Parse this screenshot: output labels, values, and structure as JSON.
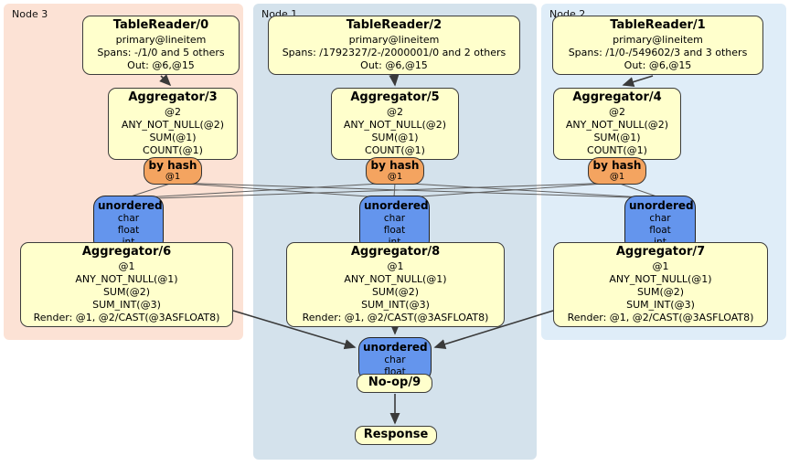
{
  "diagram": {
    "node_groups": [
      {
        "label": "Node 3"
      },
      {
        "label": "Node 1"
      },
      {
        "label": "Node 2"
      }
    ],
    "boxes": {
      "tr0": {
        "title": "TableReader/0",
        "lines": [
          "primary@lineitem",
          "Spans: -/1/0 and 5 others",
          "Out: @6,@15"
        ]
      },
      "tr2": {
        "title": "TableReader/2",
        "lines": [
          "primary@lineitem",
          "Spans: /1792327/2-/2000001/0 and 2 others",
          "Out: @6,@15"
        ]
      },
      "tr1": {
        "title": "TableReader/1",
        "lines": [
          "primary@lineitem",
          "Spans: /1/0-/549602/3 and 3 others",
          "Out: @6,@15"
        ]
      },
      "agg3": {
        "title": "Aggregator/3",
        "lines": [
          "@2",
          "ANY_NOT_NULL(@2)",
          "SUM(@1)",
          "COUNT(@1)"
        ]
      },
      "agg5": {
        "title": "Aggregator/5",
        "lines": [
          "@2",
          "ANY_NOT_NULL(@2)",
          "SUM(@1)",
          "COUNT(@1)"
        ]
      },
      "agg4": {
        "title": "Aggregator/4",
        "lines": [
          "@2",
          "ANY_NOT_NULL(@2)",
          "SUM(@1)",
          "COUNT(@1)"
        ]
      },
      "agg6": {
        "title": "Aggregator/6",
        "lines": [
          "@1",
          "ANY_NOT_NULL(@1)",
          "SUM(@2)",
          "SUM_INT(@3)",
          "Render: @1, @2/CAST(@3ASFLOAT8)"
        ]
      },
      "agg8": {
        "title": "Aggregator/8",
        "lines": [
          "@1",
          "ANY_NOT_NULL(@1)",
          "SUM(@2)",
          "SUM_INT(@3)",
          "Render: @1, @2/CAST(@3ASFLOAT8)"
        ]
      },
      "agg7": {
        "title": "Aggregator/7",
        "lines": [
          "@1",
          "ANY_NOT_NULL(@1)",
          "SUM(@2)",
          "SUM_INT(@3)",
          "Render: @1, @2/CAST(@3ASFLOAT8)"
        ]
      },
      "noop": {
        "title": "No-op/9"
      },
      "response": {
        "title": "Response"
      }
    },
    "routers": {
      "byhash3": {
        "title": "by hash",
        "detail": "@1"
      },
      "byhash5": {
        "title": "by hash",
        "detail": "@1"
      },
      "byhash4": {
        "title": "by hash",
        "detail": "@1"
      }
    },
    "syncs": {
      "uno3": {
        "title": "unordered",
        "lines": [
          "char",
          "float",
          "int"
        ]
      },
      "uno1": {
        "title": "unordered",
        "lines": [
          "char",
          "float",
          "int"
        ]
      },
      "uno2": {
        "title": "unordered",
        "lines": [
          "char",
          "float",
          "int"
        ]
      },
      "unoFinal": {
        "title": "unordered",
        "lines": [
          "char",
          "float"
        ]
      }
    },
    "colors": {
      "node3_bg": "#fce2d5",
      "node1_bg": "#d4e2ec",
      "node2_bg": "#dfedf8",
      "processor_bg": "#ffffcc",
      "router_bg": "#f4a460",
      "sync_bg": "#6495ed",
      "edge": "#3a3a3a"
    }
  }
}
